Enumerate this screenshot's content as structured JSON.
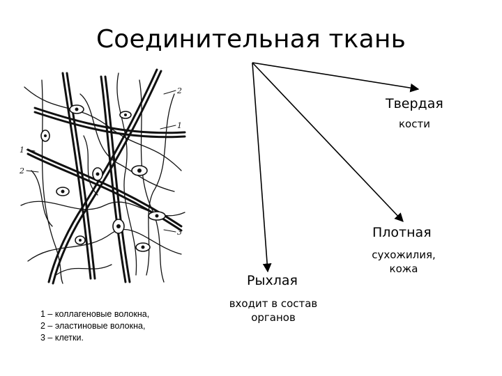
{
  "title": "Соединительная ткань",
  "tissue_types": {
    "solid": {
      "heading": "Твердая",
      "example": "кости"
    },
    "dense": {
      "heading": "Плотная",
      "example_line1": "сухожилия,",
      "example_line2": "кожа"
    },
    "loose": {
      "heading": "Рыхлая",
      "example_line1": "входит в состав",
      "example_line2": "органов"
    }
  },
  "figure": {
    "callouts": [
      "2",
      "1",
      "1",
      "2",
      "3"
    ],
    "legend": [
      "1 – коллагеновые волокна,",
      "2 – эластиновые волокна,",
      "3 – клетки."
    ]
  }
}
